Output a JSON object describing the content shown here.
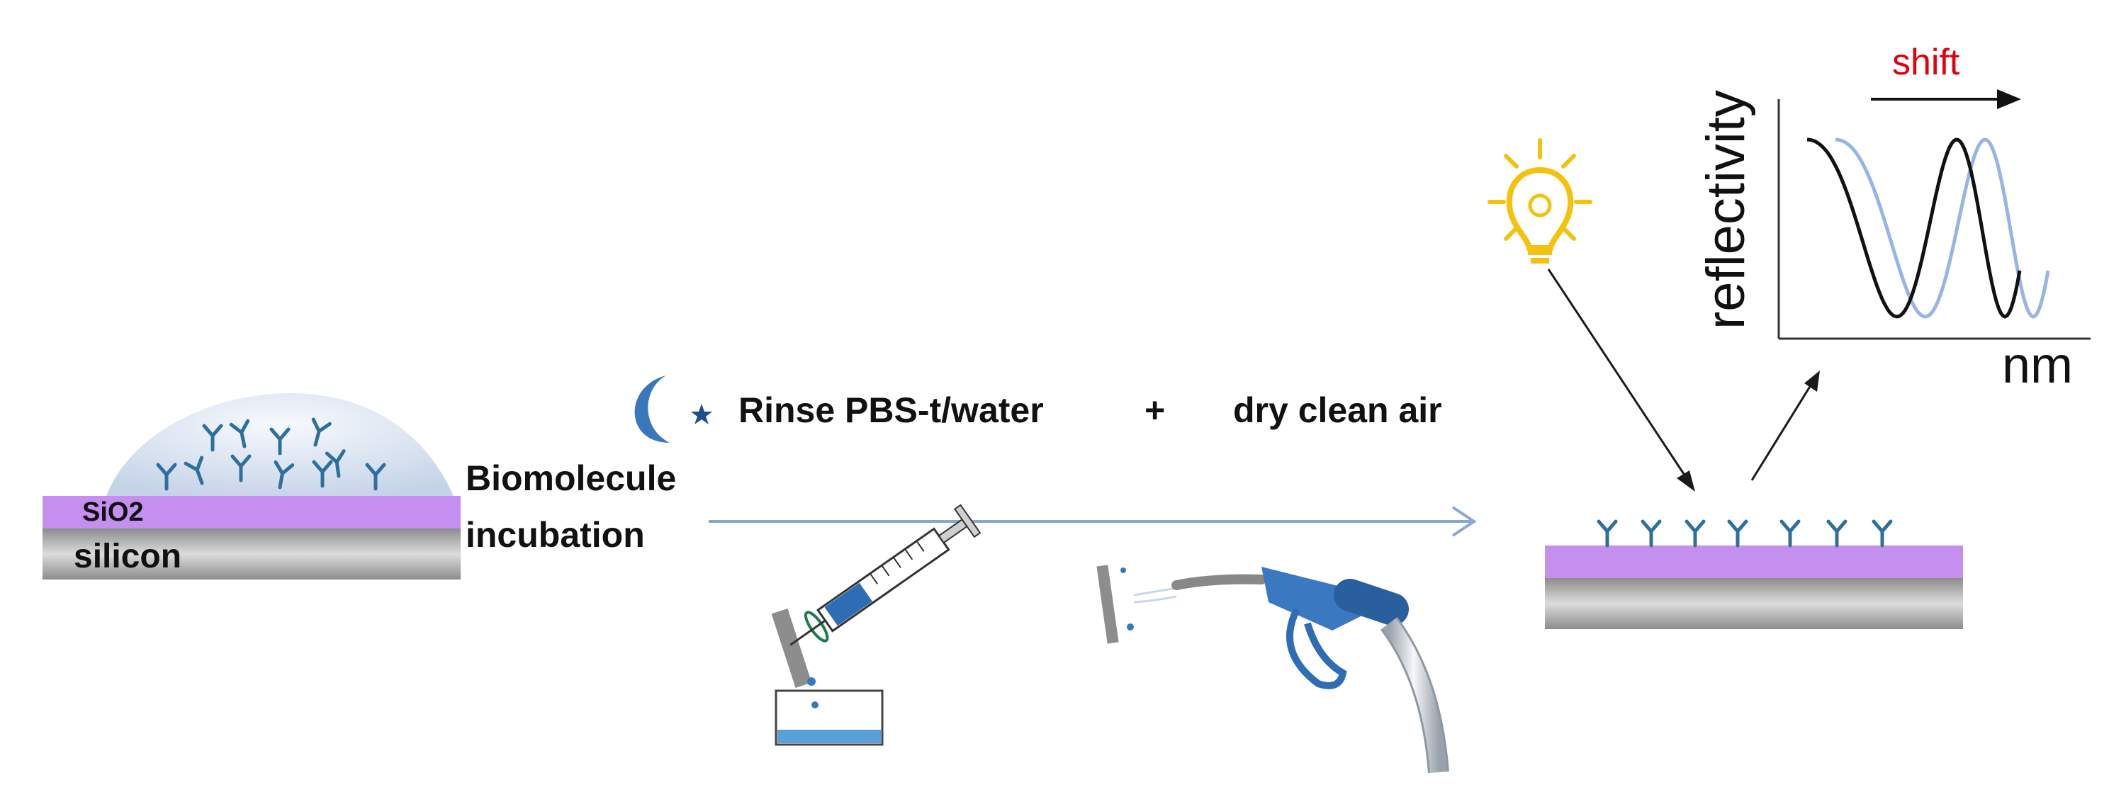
{
  "left_chip": {
    "layer_top_label": "SiO2",
    "layer_bottom_label": "silicon"
  },
  "step": {
    "label_line1": "Biomolecule",
    "label_line2": "incubation"
  },
  "rinse": {
    "rinse_text": "Rinse PBS-t/water",
    "plus_text": "+",
    "dry_text": "dry clean air"
  },
  "graph": {
    "ylabel": "reflectivity",
    "xlabel": "nm",
    "shift_label": "shift"
  },
  "colors": {
    "sio2": "#c58ff0",
    "silicon": "#b0b0b0",
    "antibody": "#2f6f9b",
    "arrow": "#8aa7d2",
    "bulb": "#f4c20d",
    "shift": "#e0000f",
    "curve_dark": "#111111",
    "curve_light": "#98b4e4",
    "syringe_blue": "#2e6db4"
  },
  "icons": [
    "moon-icon",
    "star-icon",
    "syringe-icon",
    "beaker-icon",
    "air-gun-icon",
    "bulb-icon"
  ]
}
